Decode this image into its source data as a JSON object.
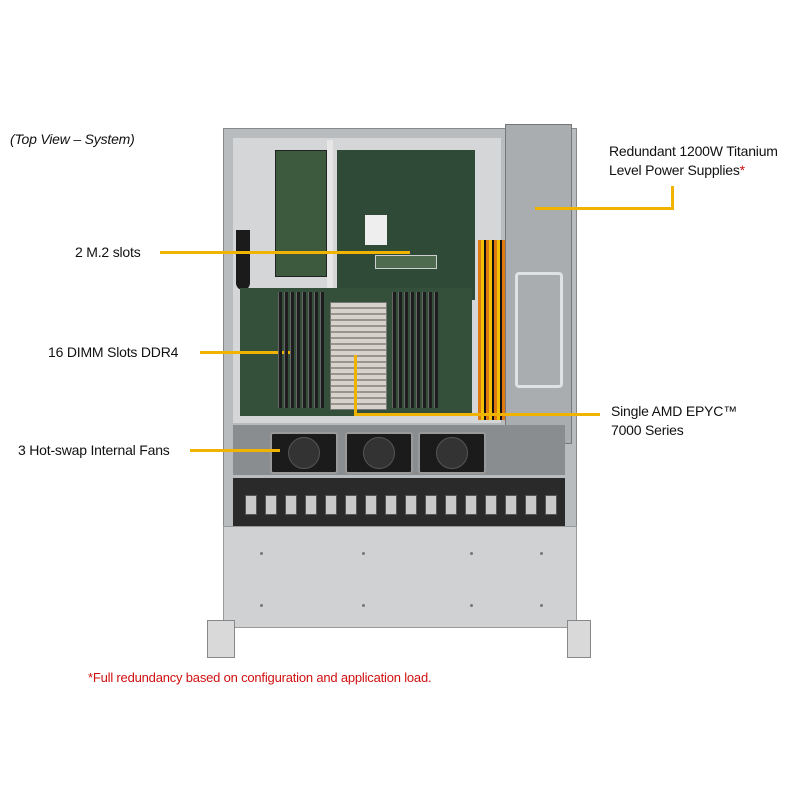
{
  "view_label": "(Top View – System)",
  "callouts": {
    "psu_line1": "Redundant  1200W Titanium",
    "psu_line2": "Level Power Supplies",
    "psu_asterisk": "*",
    "m2": "2 M.2 slots",
    "dimm": "16 DIMM Slots DDR4",
    "cpu_line1": "Single AMD EPYC™",
    "cpu_line2": "7000 Series",
    "fans": "3 Hot-swap Internal  Fans"
  },
  "footnote": "*Full redundancy based on configuration and application load.",
  "colors": {
    "callout_line": "#f0b400",
    "footnote": "#d01010",
    "pcb": "#2f4a36"
  }
}
